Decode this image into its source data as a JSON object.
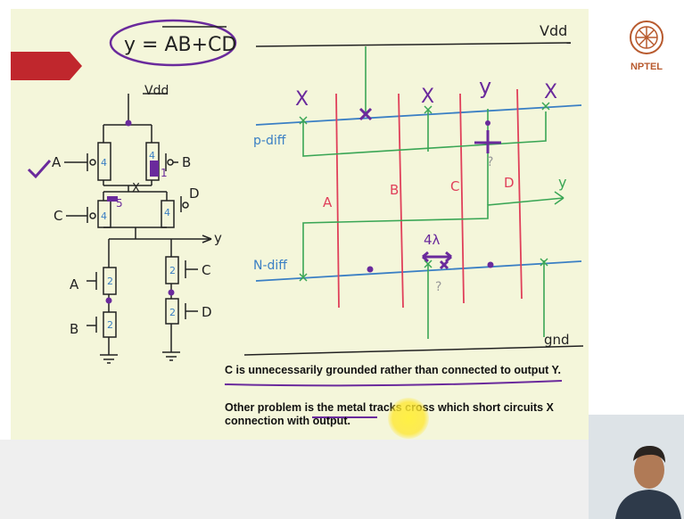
{
  "slide": {
    "equation": "y = AB+CD",
    "labels": {
      "vdd_left": "Vdd",
      "vdd_right": "Vdd",
      "gnd": "gnd",
      "p_diff": "p-diff",
      "n_diff": "N-diff",
      "col_x1": "X",
      "col_x2": "X",
      "col_y": "y",
      "col_x3": "X",
      "poly_a": "A",
      "poly_b": "B",
      "poly_c": "C",
      "poly_d": "D",
      "out_y": "y",
      "spacing": "4λ",
      "q1": "?",
      "q2": "?"
    },
    "schematic": {
      "in_a": "A",
      "in_b": "B",
      "in_c": "C",
      "in_d": "D",
      "mid_x": "X",
      "out_y": "y",
      "pmos_width_1": "4",
      "pmos_width_2": "4",
      "pmos_width_3": "4",
      "pmos_width_4": "4",
      "nmos_width_1": "2",
      "nmos_width_2": "2",
      "nmos_width_3": "2",
      "nmos_width_4": "2",
      "annot_1": "1",
      "annot_5": "5"
    },
    "captions": {
      "line1": "C is unnecessarily grounded rather than connected to output Y.",
      "line2": "Other problem is the metal tracks cross which short circuits X connection with output."
    },
    "colors": {
      "slide_bg": "#f4f6da",
      "diffusion": "#3a7fc4",
      "poly": "#e0405a",
      "metal": "#3aa655",
      "annotation": "#6a2a9c",
      "arrow_tab": "#c0272d"
    }
  },
  "logo": {
    "text": "NPTEL"
  }
}
